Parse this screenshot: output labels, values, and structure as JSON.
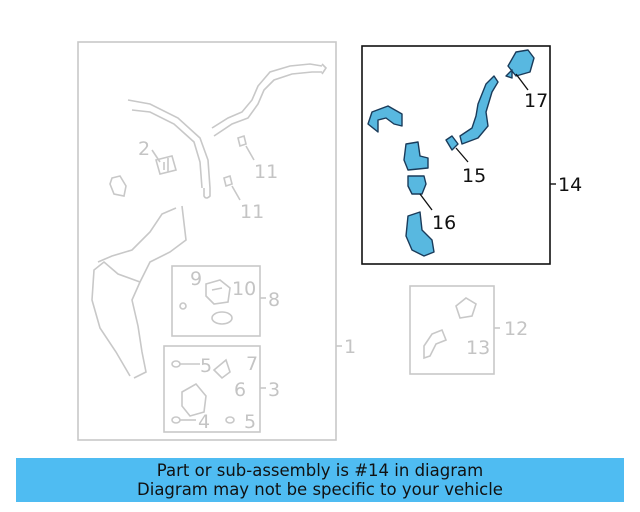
{
  "callouts": {
    "c1": "1",
    "c2": "2",
    "c3": "3",
    "c4": "4",
    "c5a": "5",
    "c5b": "5",
    "c6": "6",
    "c7": "7",
    "c8": "8",
    "c9": "9",
    "c10": "10",
    "c11a": "11",
    "c11b": "11",
    "c12": "12",
    "c13": "13",
    "c14": "14",
    "c15": "15",
    "c16": "16",
    "c17": "17"
  },
  "banner": {
    "line1": "Part or sub-assembly is #14 in diagram",
    "line2": "Diagram may not be specific to your vehicle"
  },
  "colors": {
    "highlight_part": "#58b8e0",
    "banner_bg": "#4fbcf2",
    "inactive_outline": "#c8c8c8"
  }
}
